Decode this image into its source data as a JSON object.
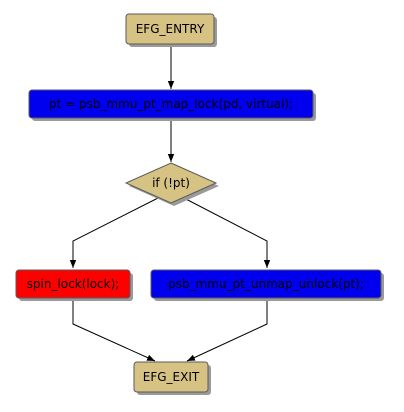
{
  "nodes": {
    "entry": {
      "label": "EFG_ENTRY",
      "fill": "#d6c283",
      "text_color": "#000000"
    },
    "map_lock": {
      "label": "pt = psb_mmu_pt_map_lock(pd, virtual);",
      "fill": "#0000ee",
      "text_color": "#000000"
    },
    "condition": {
      "label": "if (!pt)",
      "fill": "#d6c283",
      "text_color": "#000000"
    },
    "spin_lock": {
      "label": "spin_lock(lock);",
      "fill": "#ff0000",
      "text_color": "#000000"
    },
    "unmap_unlock": {
      "label": "psb_mmu_pt_unmap_unlock(pt);",
      "fill": "#0000ee",
      "text_color": "#000000"
    },
    "exit": {
      "label": "EFG_EXIT",
      "fill": "#d6c283",
      "text_color": "#000000"
    }
  },
  "colors": {
    "edge": "#000000",
    "shadow": "#9a9a9a",
    "border": "#5a5a5a"
  }
}
